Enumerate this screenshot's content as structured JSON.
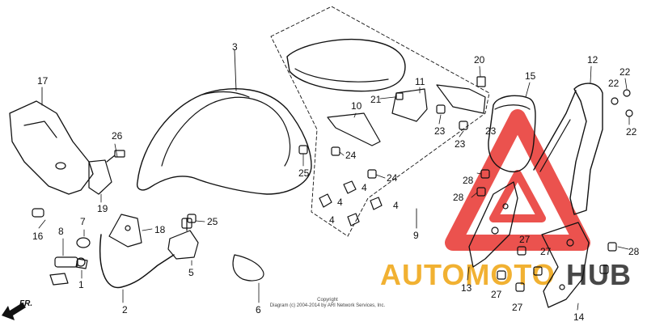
{
  "part_numbers": {
    "p1": "1",
    "p2": "2",
    "p3": "3",
    "p4a": "4",
    "p4b": "4",
    "p4c": "4",
    "p4d": "4",
    "p5": "5",
    "p6": "6",
    "p7": "7",
    "p8": "8",
    "p9": "9",
    "p10": "10",
    "p11": "11",
    "p12": "12",
    "p13": "13",
    "p14": "14",
    "p15": "15",
    "p16": "16",
    "p17": "17",
    "p18": "18",
    "p19": "19",
    "p20": "20",
    "p21": "21",
    "p22a": "22",
    "p22b": "22",
    "p22c": "22",
    "p23a": "23",
    "p23b": "23",
    "p23c": "23",
    "p24a": "24",
    "p24b": "24",
    "p25a": "25",
    "p25b": "25",
    "p26": "26",
    "p27a": "27",
    "p27b": "27",
    "p27c": "27",
    "p27d": "27",
    "p28a": "28",
    "p28b": "28",
    "p28c": "28"
  },
  "direction_label": "FR.",
  "copyright": {
    "line1": "Copyright",
    "line2": "Diagram (c) 2004-2014 by ARI Network Services, Inc."
  },
  "watermark": {
    "text_left": "AUTOMOTO",
    "text_right": "HUB",
    "color_triangle": "#e8342f",
    "color_left": "#f0a81c",
    "color_right": "#1a1a1a"
  }
}
